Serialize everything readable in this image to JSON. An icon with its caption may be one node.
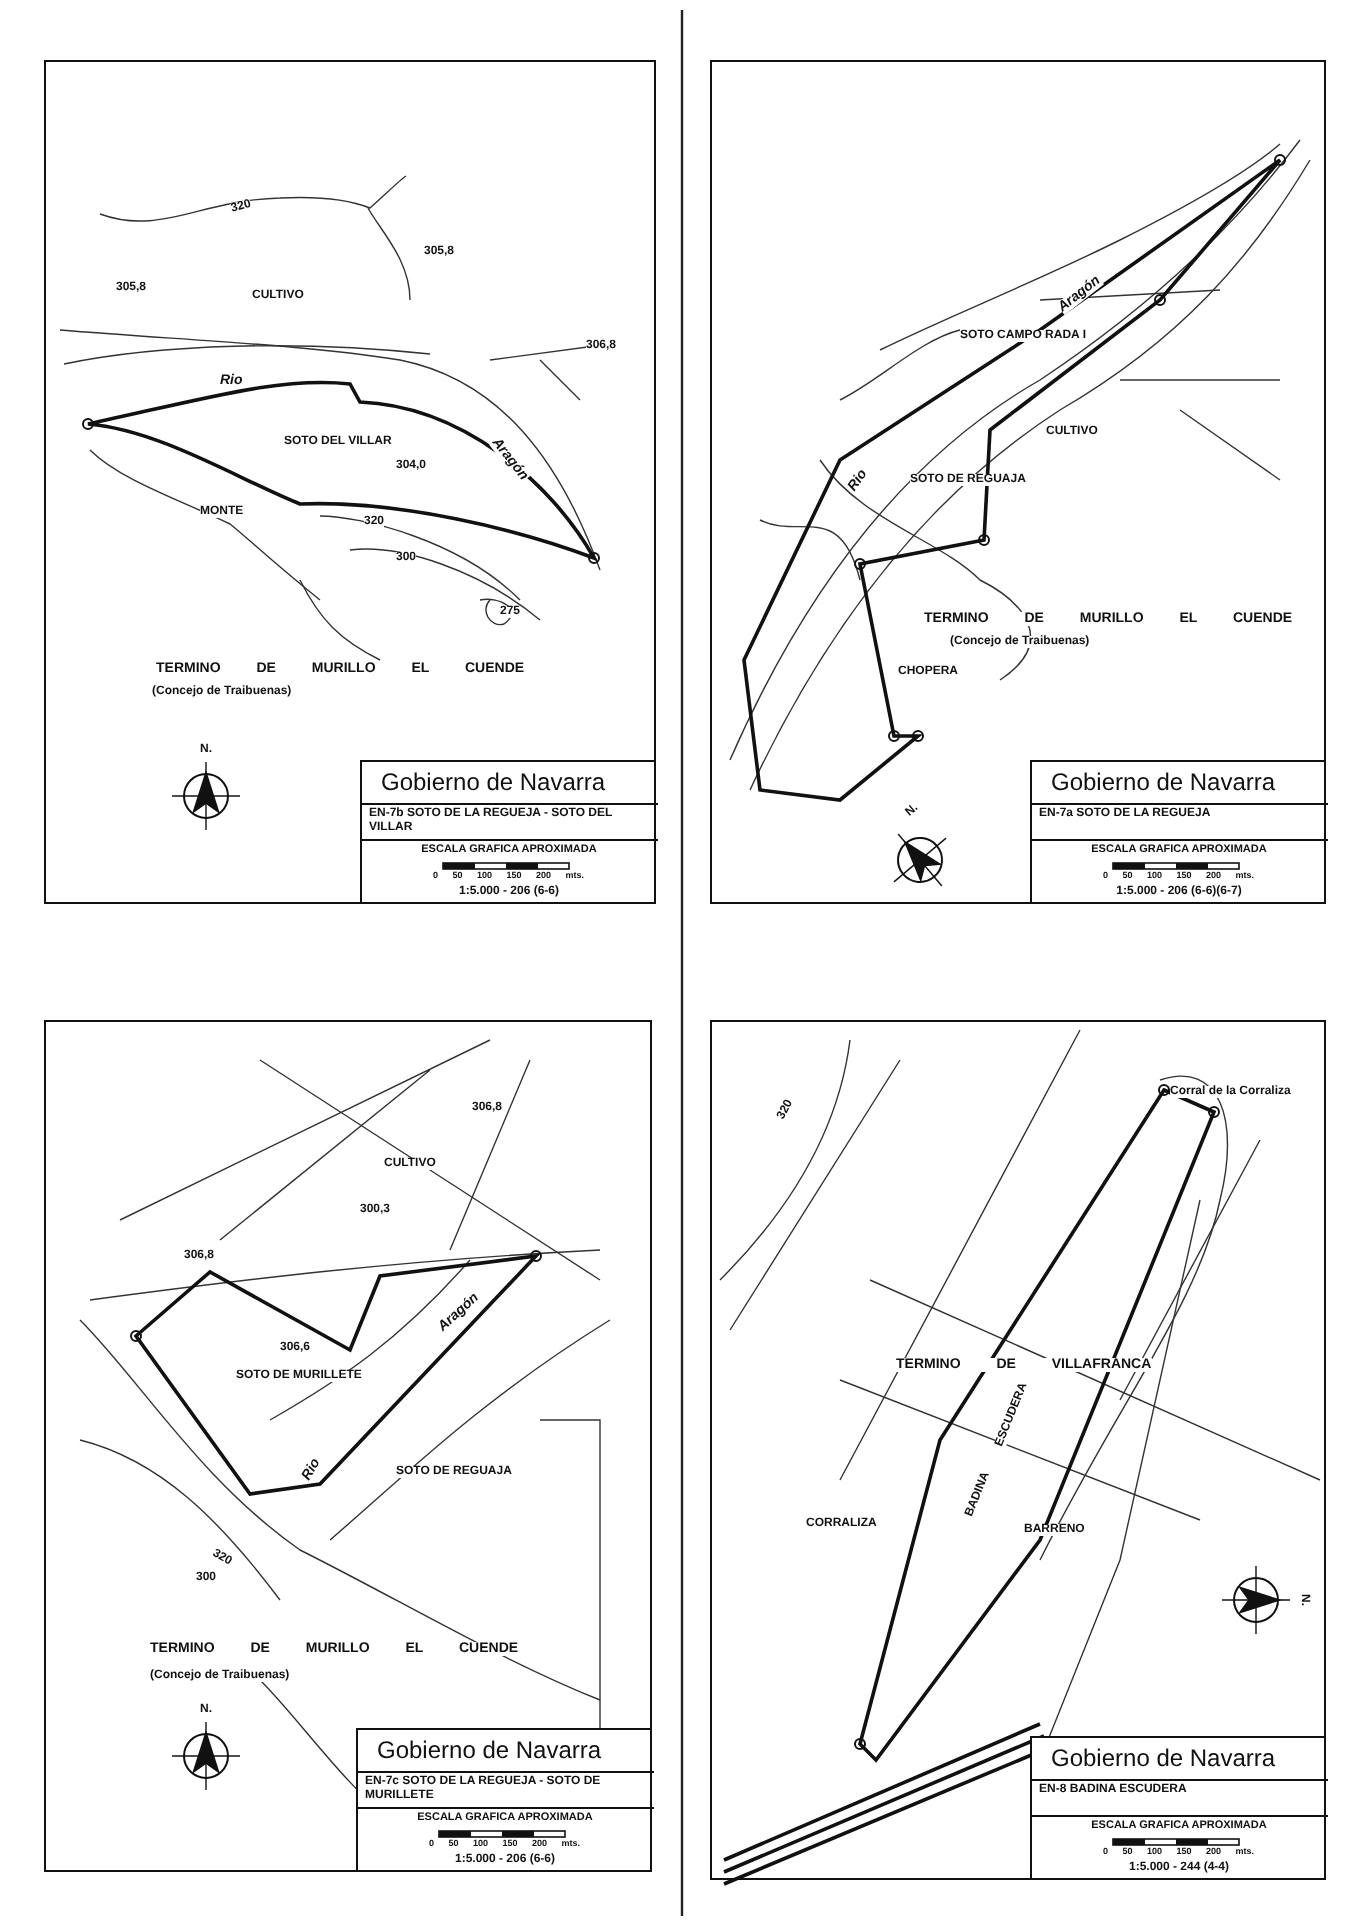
{
  "diagram": {
    "nodes": [
      {
        "text": [],
        "shape": "box"
      },
      {
        "text": [
          "Gobierno de Navarra",
          "EN-7b SOTO DE LA REGUEJA - SOTO DEL VILLAR",
          "ESCALA GRAFICA APROXIMADA",
          "1:5.000 - 206 (6-6)"
        ],
        "in": 0
      },
      {
        "text": [],
        "shape": "box"
      },
      {
        "text": [
          "Gobierno de Navarra",
          "EN-7a SOTO DE LA REGUEJA",
          "ESCALA GRAFICA APROXIMADA",
          "1:5.000 - 206 (6-6)(6-7)"
        ],
        "in": 2
      },
      {
        "text": [],
        "shape": "box"
      },
      {
        "text": [
          "Gobierno de Navarra",
          "EN-7c SOTO DE LA REGUEJA - SOTO DE MURILLETE",
          "ESCALA GRAFICA APROXIMADA",
          "1:5.000 - 206 (6-6)"
        ],
        "in": 4
      },
      {
        "text": [],
        "shape": "box"
      },
      {
        "text": [
          "Gobierno de Navarra",
          "EN-8 BADINA ESCUDERA",
          "ESCALA GRAFICA APROXIMADA",
          "1:5.000 - 244 (4-4)"
        ],
        "in": 6
      }
    ],
    "labels": [
      "320",
      "305,8",
      "CULTIVO",
      "305,8",
      "306,8",
      "Rio",
      "SOTO DEL VILLAR",
      "304,0",
      "Aragón",
      "MONTE",
      "320",
      "300",
      "275",
      "TERMINO DE MURILLO EL CUENDE",
      "(Concejo de Traibuenas)",
      "N.",
      "0 50 100 150 200 mts.",
      "Aragón",
      "SOTO CAMPO RADA I",
      "CULTIVO",
      "Rio",
      "SOTO DE REGUAJA",
      "TERMINO DE MURILLO EL CUENDE",
      "(Concejo de Traibuenas)",
      "CHOPERA",
      "N.",
      "0 50 100 150 200 mts.",
      "306,8",
      "CULTIVO",
      "300,3",
      "306,8",
      "306,6",
      "SOTO DE MURILLETE",
      "Aragón",
      "Rio",
      "SOTO DE REGUAJA",
      "320",
      "300",
      "TERMINO DE MURILLO EL CUENDE",
      "(Concejo de Traibuenas)",
      "N.",
      "0 50 100 150 200 mts.",
      "320",
      "Corral de la Corraliza",
      "TERMINO DE VILLAFRANCA",
      "ESCUDERA",
      "BADINA",
      "CORRALIZA",
      "BARRENO",
      "N.",
      "0 50 100 150 200 mts."
    ]
  }
}
